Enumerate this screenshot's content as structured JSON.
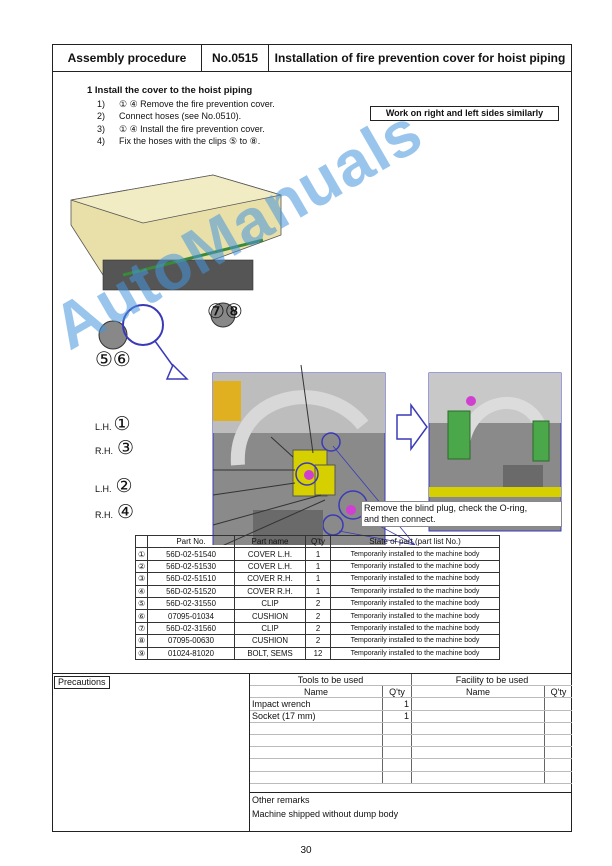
{
  "header": {
    "section": "Assembly procedure",
    "number": "No.0515",
    "title": "Installation of fire prevention cover for hoist piping"
  },
  "step_title": "1 Install the cover to the hoist piping",
  "steps": [
    {
      "num": "1)",
      "text": "① ④ Remove the fire prevention cover."
    },
    {
      "num": "2)",
      "text": "Connect hoses (see No.0510)."
    },
    {
      "num": "3)",
      "text": "① ④ Install the fire prevention cover."
    },
    {
      "num": "4)",
      "text": "Fix the hoses with the clips ⑤ to ⑧."
    }
  ],
  "note": "Work on right and left sides similarly",
  "figure": {
    "callout_78": "⑦⑧",
    "callout_56": "⑤⑥",
    "lh1_side": "L.H.",
    "lh1_num": "①",
    "rh3_side": "R.H.",
    "rh3_num": "③",
    "lh2_side": "L.H.",
    "lh2_num": "②",
    "rh4_side": "R.H.",
    "rh4_num": "④",
    "remove_note_1": "Remove the blind plug, check the O-ring,",
    "remove_note_2": "and then connect."
  },
  "parts_table": {
    "headers": [
      "Part No.",
      "Part name",
      "Q'ty",
      "State of part (part list No.)"
    ],
    "rows": [
      {
        "idx": "①",
        "part_no": "56D-02-51540",
        "name": "COVER L.H.",
        "qty": "1",
        "state": "Temporarily installed to the machine body"
      },
      {
        "idx": "②",
        "part_no": "56D-02-51530",
        "name": "COVER L.H.",
        "qty": "1",
        "state": "Temporarily installed to the machine body"
      },
      {
        "idx": "③",
        "part_no": "56D-02-51510",
        "name": "COVER R.H.",
        "qty": "1",
        "state": "Temporarily installed to the machine body"
      },
      {
        "idx": "④",
        "part_no": "56D-02-51520",
        "name": "COVER R.H.",
        "qty": "1",
        "state": "Temporarily installed to the machine body"
      },
      {
        "idx": "⑤",
        "part_no": "56D-02-31550",
        "name": "CLIP",
        "qty": "2",
        "state": "Temporarily installed to the machine body"
      },
      {
        "idx": "⑥",
        "part_no": "07095-01034",
        "name": "CUSHION",
        "qty": "2",
        "state": "Temporarily installed to the machine body"
      },
      {
        "idx": "⑦",
        "part_no": "56D-02-31560",
        "name": "CLIP",
        "qty": "2",
        "state": "Temporarily installed to the machine body"
      },
      {
        "idx": "⑧",
        "part_no": "07095-00630",
        "name": "CUSHION",
        "qty": "2",
        "state": "Temporarily installed to the machine body"
      },
      {
        "idx": "⑨",
        "part_no": "01024-81020",
        "name": "BOLT, SEMS",
        "qty": "12",
        "state": "Temporarily installed to the machine body"
      }
    ]
  },
  "precautions_label": "Precautions",
  "tools": {
    "title": "Tools to be used",
    "facility_title": "Facility to be used",
    "name_header": "Name",
    "qty_header": "Q'ty",
    "facility_name_header": "Name",
    "facility_qty_header": "Q'ty",
    "rows": [
      {
        "name": "Impact wrench",
        "qty": "1"
      },
      {
        "name": "Socket (17 mm)",
        "qty": "1"
      }
    ]
  },
  "remarks": {
    "label": "Other remarks",
    "text": "Machine shipped without dump body"
  },
  "watermark": "AutoManuals",
  "page_number": "30",
  "colors": {
    "callout_blue": "#3a3ab8",
    "body_yellow": "#e8e0a8",
    "cover_green": "#4aa84a",
    "accent_magenta": "#d040d0"
  }
}
